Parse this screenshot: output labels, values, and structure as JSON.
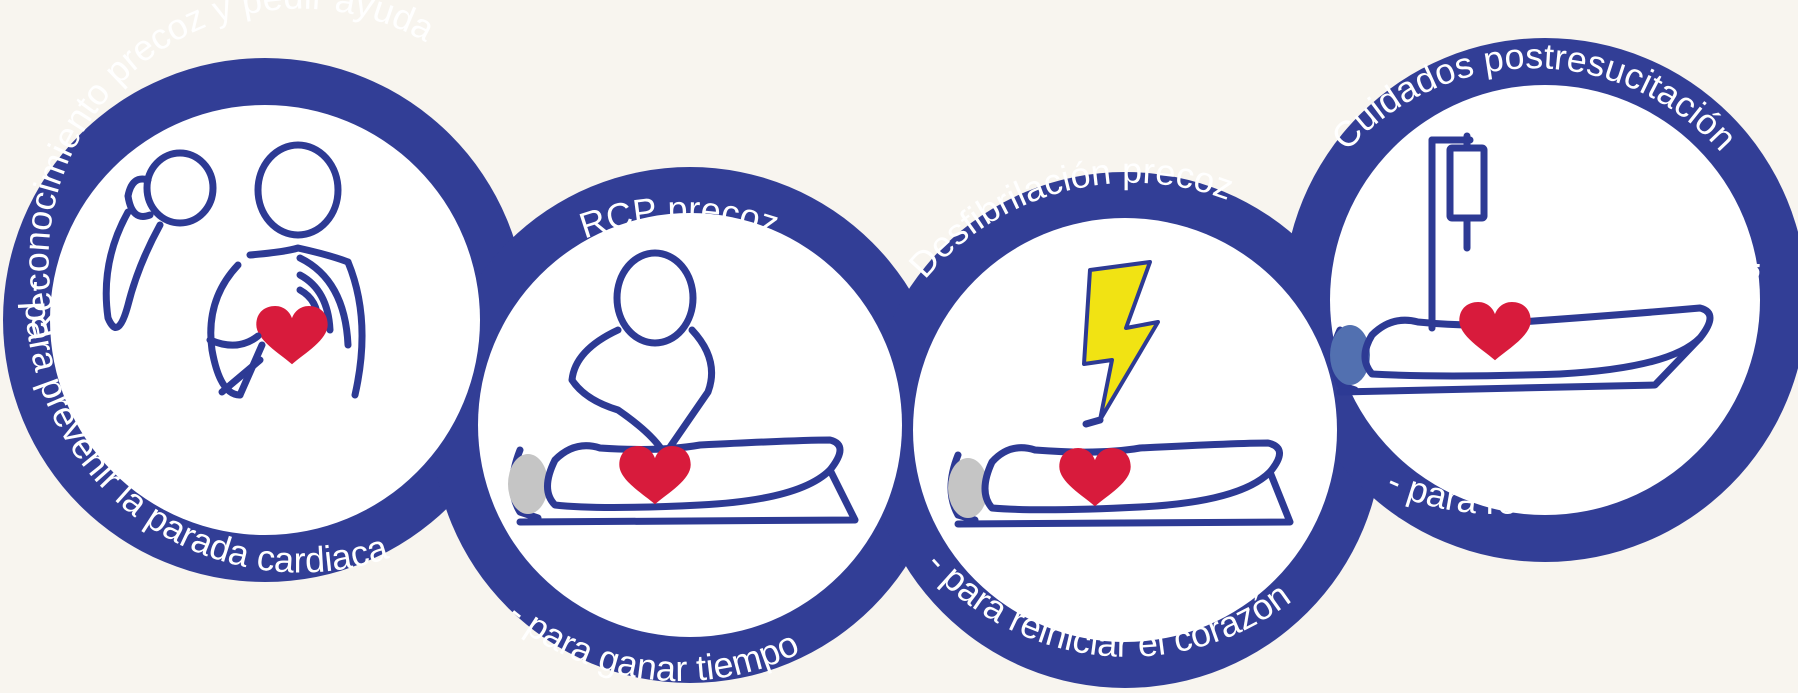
{
  "colors": {
    "background": "#f8f5ef",
    "ring": "#323e96",
    "line": "#2d3a94",
    "heart": "#d81b3c",
    "bolt": "#f1e313",
    "head_grey": "#c5c5c5",
    "head_blue": "#5270b0"
  },
  "links": [
    {
      "title": "Reconocimiento precoz y pedir ayuda",
      "subtitle": "- para prevenir la parada cardiaca",
      "icon": "rescuer-calling-for-help-icon"
    },
    {
      "title": "RCP precoz",
      "subtitle": "- para ganar tiempo",
      "icon": "chest-compressions-icon"
    },
    {
      "title": "Desfibrilación precoz",
      "subtitle": "- para reiniciar el corazón",
      "icon": "defibrillation-shock-icon"
    },
    {
      "title": "Cuidados postresucitación",
      "subtitle": "- para restaurar la calidad de vida",
      "icon": "post-resuscitation-care-icon"
    }
  ]
}
